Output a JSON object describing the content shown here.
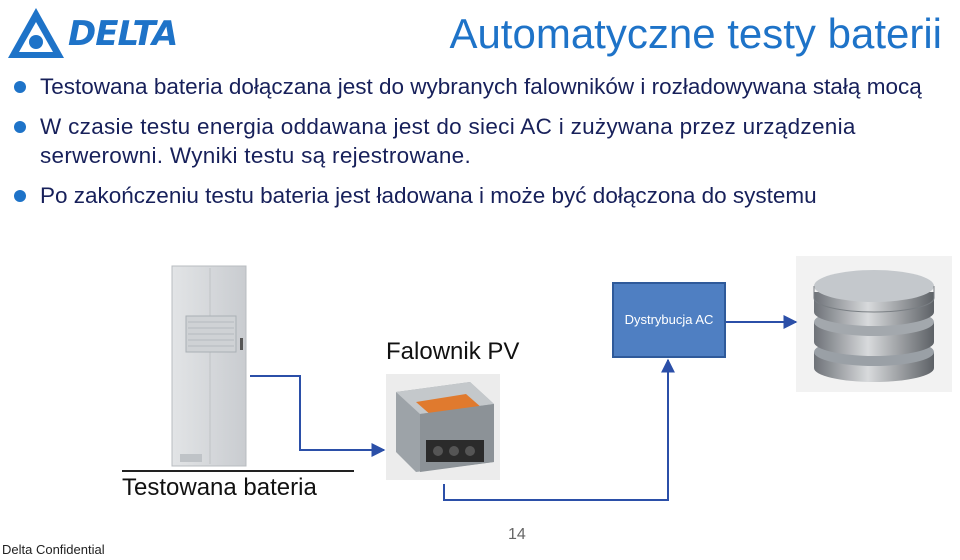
{
  "header": {
    "logo_text": "DELTA",
    "title": "Automatyczne testy baterii"
  },
  "bullets": [
    "Testowana bateria dołączana jest do wybranych falowników i rozładowywana stałą mocą",
    "W czasie testu energia oddawana jest do sieci AC i zużywana przez urządzenia serwerowni. Wyniki testu są rejestrowane.",
    "Po zakończeniu testu bateria jest ładowana i może być dołączona do systemu"
  ],
  "diagram": {
    "inverter_label": "Falownik PV",
    "battery_label": "Testowana bateria",
    "distribution_label": "Dystrybucja AC"
  },
  "footer": {
    "confidential": "Delta Confidential",
    "page_number": "14"
  },
  "colors": {
    "accent": "#1e73c8",
    "text": "#17205a",
    "box": "#4f7fc2"
  }
}
